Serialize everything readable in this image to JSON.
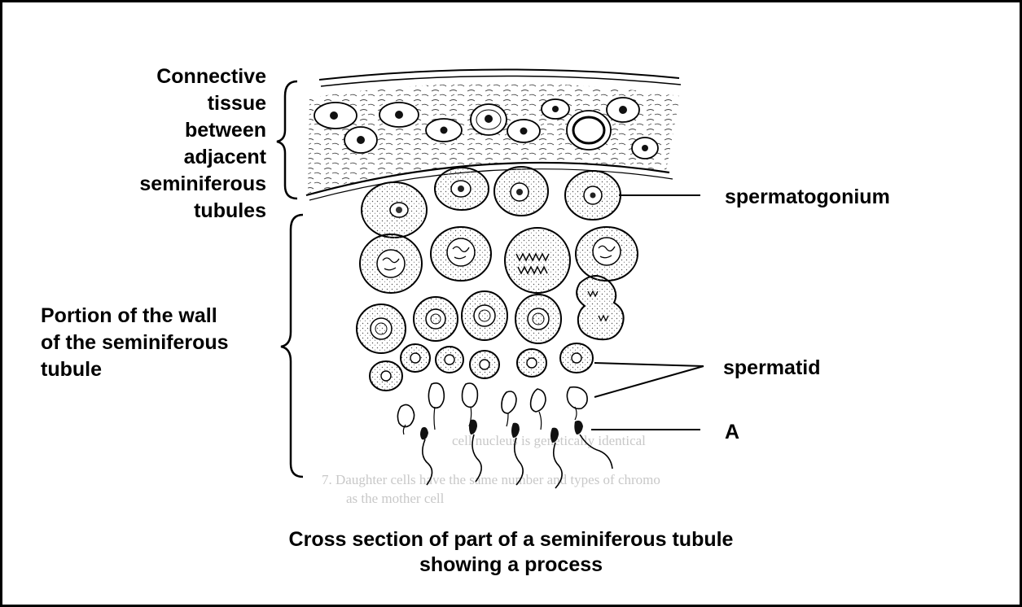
{
  "labels": {
    "connective_tissue": [
      "Connective",
      "tissue",
      "between",
      "adjacent",
      "seminiferous",
      "tubules"
    ],
    "wall_portion": [
      "Portion of the wall",
      "of the seminiferous",
      "tubule"
    ],
    "spermatogonium": "spermatogonium",
    "spermatid": "spermatid",
    "a": "A"
  },
  "caption": [
    "Cross section of part of a seminiferous tubule",
    "showing a process"
  ],
  "background_text": [
    "7. Daughter cells have the same number and types of chromo",
    "as the mother cell",
    "cell nucleus is genetically identical"
  ]
}
